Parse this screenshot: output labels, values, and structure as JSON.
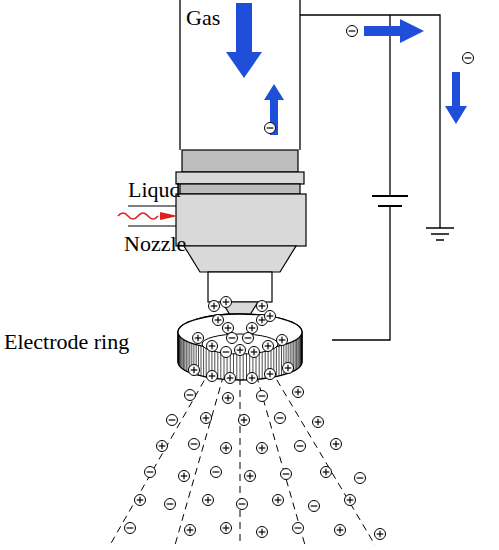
{
  "diagram": {
    "labels": [
      "Gas",
      "Liqud",
      "Nozzle",
      "Electrode ring"
    ]
  }
}
